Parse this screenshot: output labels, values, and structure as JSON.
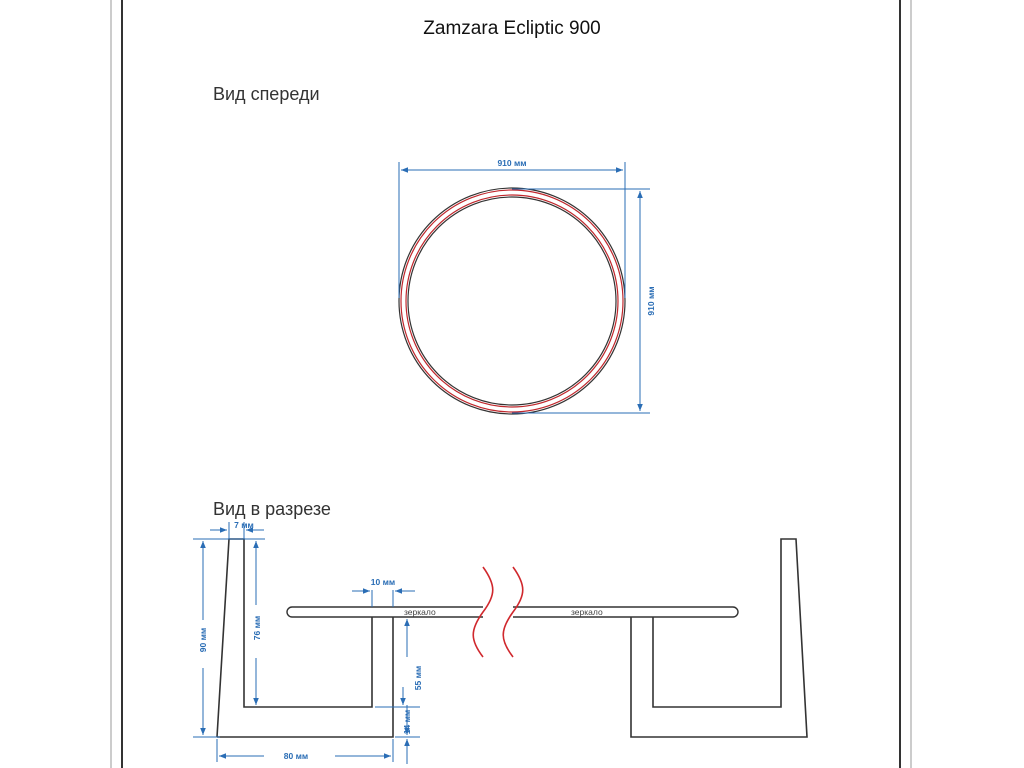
{
  "title": "Zamzara Ecliptic 900",
  "front_view": {
    "heading": "Вид спереди",
    "width_label": "910 мм",
    "height_label": "910 мм"
  },
  "section_view": {
    "heading": "Вид в разрезе",
    "labels": {
      "top": "7 мм",
      "height_outer": "90 мм",
      "height_inner": "76 мм",
      "gap": "10 мм",
      "depth": "55 мм",
      "bottom": "14 мм",
      "width": "80 мм",
      "mirror_left": "зеркало",
      "mirror_right": "зеркало"
    }
  },
  "colors": {
    "dimension": "#2a6db5",
    "outline": "#333333",
    "accent": "#c0282d"
  }
}
